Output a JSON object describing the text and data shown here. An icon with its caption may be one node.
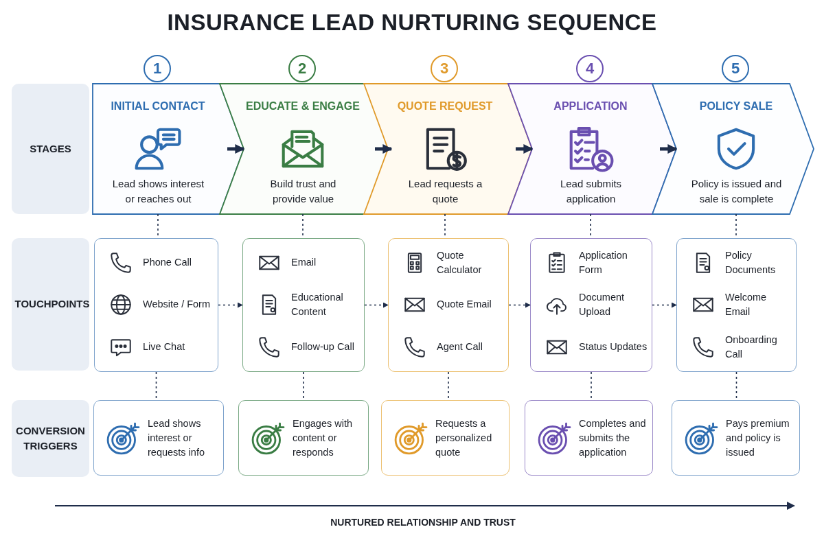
{
  "diagram": {
    "title": "INSURANCE LEAD NURTURING SEQUENCE",
    "nodes": [
      {
        "text": [
          "STAGES"
        ]
      },
      {
        "text": [
          "INITIAL CONTACT",
          "Lead shows interest or reaches out"
        ],
        "beside": [
          "1"
        ]
      },
      {
        "text": [
          "EDUCATE & ENGAGE",
          "Build trust and provide value"
        ],
        "beside": [
          "2"
        ]
      },
      {
        "text": [
          "QUOTE REQUEST",
          "Lead requests a quote"
        ],
        "beside": [
          "3"
        ]
      },
      {
        "text": [
          "APPLICATION",
          "Lead submits application"
        ],
        "beside": [
          "4"
        ]
      },
      {
        "text": [
          "POLICY SALE",
          "Policy is issued and sale is complete"
        ],
        "beside": [
          "5"
        ]
      },
      {
        "text": [
          "TOUCHPOINTS"
        ]
      },
      {
        "text": [
          "Phone Call",
          "Website / Form",
          "Live Chat"
        ]
      },
      {
        "text": [
          "Email",
          "Educational Content",
          "Follow-up Call"
        ]
      },
      {
        "text": [
          "Quote Calculator",
          "Quote Email",
          "Agent Call"
        ]
      },
      {
        "text": [
          "Application Form",
          "Document Upload",
          "Status Updates"
        ]
      },
      {
        "text": [
          "Policy Documents",
          "Welcome Email",
          "Onboarding Call"
        ]
      },
      {
        "text": [
          "CONVERSION TRIGGERS"
        ]
      },
      {
        "text": [
          "Lead shows interest or requests info"
        ]
      },
      {
        "text": [
          "Engages with content or responds"
        ]
      },
      {
        "text": [
          "Requests a personalized quote"
        ]
      },
      {
        "text": [
          "Completes and submits the application"
        ]
      },
      {
        "text": [
          "Pays premium and policy is issued"
        ]
      }
    ],
    "edges": [
      {
        "from": 1,
        "to": 2,
        "arrow": "to",
        "style": "thick"
      },
      {
        "from": 2,
        "to": 3,
        "arrow": "to",
        "style": "thick"
      },
      {
        "from": 3,
        "to": 4,
        "arrow": "to",
        "style": "thick"
      },
      {
        "from": 4,
        "to": 5,
        "arrow": "to",
        "style": "thick"
      },
      {
        "from": 1,
        "to": 7,
        "arrow": "none",
        "style": "dashed"
      },
      {
        "from": 2,
        "to": 8,
        "arrow": "none",
        "style": "dashed"
      },
      {
        "from": 3,
        "to": 9,
        "arrow": "none",
        "style": "dashed"
      },
      {
        "from": 4,
        "to": 10,
        "arrow": "none",
        "style": "dashed"
      },
      {
        "from": 5,
        "to": 11,
        "arrow": "none",
        "style": "dashed"
      },
      {
        "from": 7,
        "to": 8,
        "arrow": "to",
        "style": "dashed"
      },
      {
        "from": 8,
        "to": 9,
        "arrow": "to",
        "style": "dashed"
      },
      {
        "from": 9,
        "to": 10,
        "arrow": "to",
        "style": "dashed"
      },
      {
        "from": 10,
        "to": 11,
        "arrow": "to",
        "style": "dashed"
      },
      {
        "from": 7,
        "to": 13,
        "arrow": "none",
        "style": "dashed"
      },
      {
        "from": 8,
        "to": 14,
        "arrow": "none",
        "style": "dashed"
      },
      {
        "from": 9,
        "to": 15,
        "arrow": "none",
        "style": "dashed"
      },
      {
        "from": 10,
        "to": 16,
        "arrow": "none",
        "style": "dashed"
      },
      {
        "from": 11,
        "to": 17,
        "arrow": "none",
        "style": "dashed"
      }
    ],
    "labels": [
      "NURTURED RELATIONSHIP AND TRUST"
    ]
  }
}
